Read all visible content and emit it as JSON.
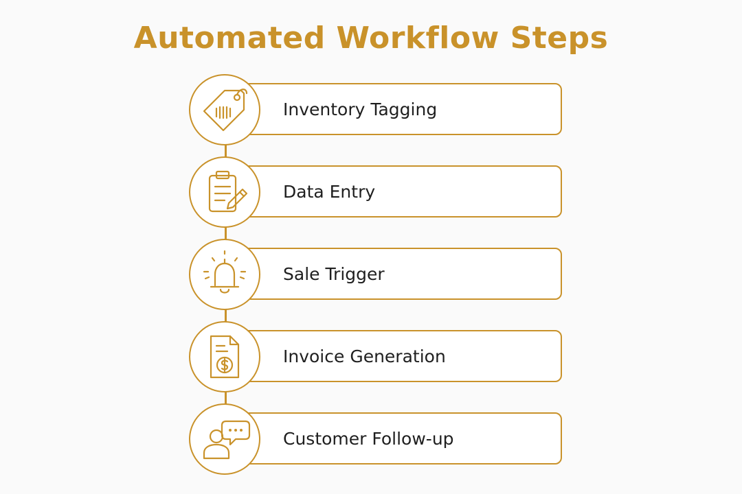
{
  "title": "Automated Workflow Steps",
  "accent_color": "#c9922a",
  "steps": [
    {
      "label": "Inventory Tagging",
      "icon": "price-tag-barcode-icon"
    },
    {
      "label": "Data Entry",
      "icon": "clipboard-pencil-icon"
    },
    {
      "label": "Sale Trigger",
      "icon": "bell-alert-icon"
    },
    {
      "label": "Invoice Generation",
      "icon": "invoice-dollar-icon"
    },
    {
      "label": "Customer Follow-up",
      "icon": "customer-chat-icon"
    }
  ]
}
